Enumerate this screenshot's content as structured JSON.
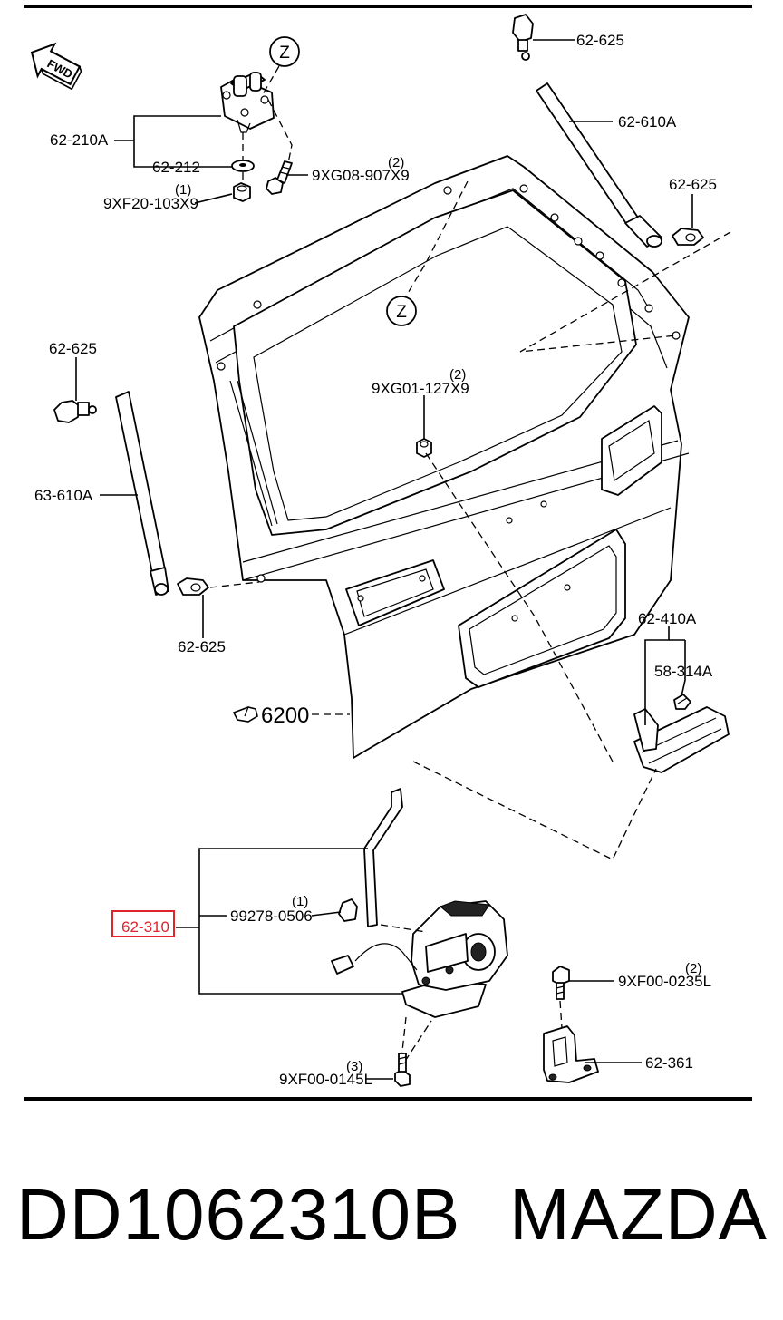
{
  "diagram": {
    "direction_label": "FWD",
    "callouts": {
      "z_top": "Z",
      "z_mid": "Z",
      "p_62_625_a": "62-625",
      "p_62_610A": "62-610A",
      "p_62_625_b": "62-625",
      "p_62_210A": "62-210A",
      "p_62_212": "62-212",
      "p_9XG08": "9XG08-907X9",
      "q_9XG08": "(2)",
      "p_9XF20": "9XF20-103X9",
      "q_9XF20": "(1)",
      "p_62_625_c": "62-625",
      "p_63_610A": "63-610A",
      "p_62_625_d": "62-625",
      "p_9XG01": "9XG01-127X9",
      "q_9XG01": "(2)",
      "p_62_410A": "62-410A",
      "p_58_314A": "58-314A",
      "p_6200": "6200",
      "p_62_310": "62-310",
      "p_99278": "99278-0506",
      "q_99278": "(1)",
      "p_9XF00_0235": "9XF00-0235L",
      "q_9XF00_0235": "(2)",
      "p_62_361": "62-361",
      "p_9XF00_0145": "9XF00-0145L",
      "q_9XF00_0145": "(3)"
    },
    "highlight_color": "#e0242c"
  },
  "footer": {
    "part_number": "DD1062310B",
    "brand": "MAZDA"
  }
}
